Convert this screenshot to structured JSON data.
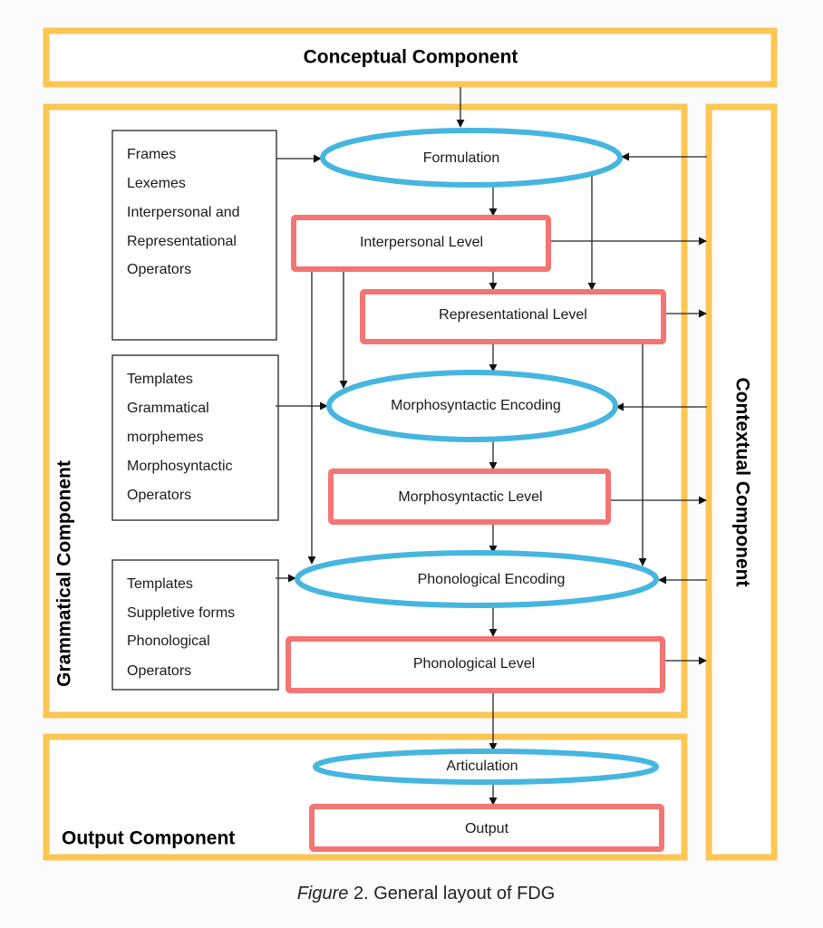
{
  "figure": {
    "caption_prefix": "Figure",
    "caption_rest": " 2. General layout of FDG"
  },
  "components": {
    "conceptual": "Conceptual Component",
    "grammatical": "Grammatical Component",
    "contextual": "Contextual Component",
    "output": "Output Component"
  },
  "processes": {
    "formulation": "Formulation",
    "morphosyntactic_encoding": "Morphosyntactic Encoding",
    "phonological_encoding": "Phonological Encoding",
    "articulation": "Articulation"
  },
  "levels": {
    "interpersonal": "Interpersonal Level",
    "representational": "Representational Level",
    "morphosyntactic": "Morphosyntactic Level",
    "phonological": "Phonological Level",
    "output": "Output"
  },
  "sources": {
    "formulation_inputs": [
      "Frames",
      "Lexemes",
      "Interpersonal and",
      "Representational",
      "Operators"
    ],
    "morphosyntactic_inputs": [
      "Templates",
      "Grammatical",
      "morphemes",
      "Morphosyntactic",
      "Operators"
    ],
    "phonological_inputs": [
      "Templates",
      "Suppletive forms",
      "Phonological",
      "Operators"
    ]
  },
  "colors": {
    "component_border": "#fcc653",
    "level_border": "#f57474",
    "process_border": "#45b6df"
  }
}
